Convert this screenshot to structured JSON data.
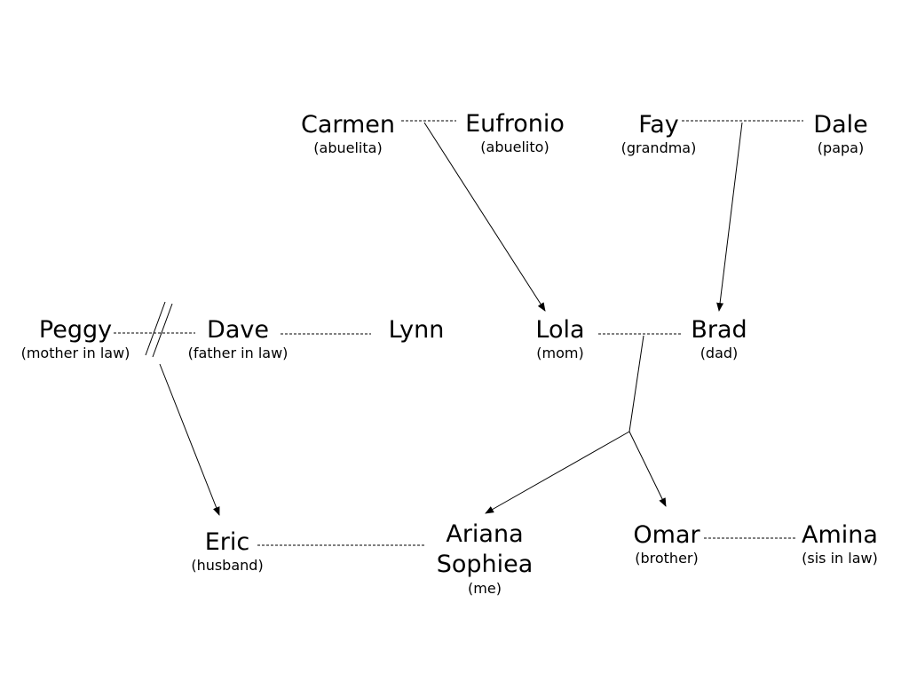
{
  "people": {
    "carmen": {
      "name": "Carmen",
      "role": "(abuelita)"
    },
    "eufronio": {
      "name": "Eufronio",
      "role": "(abuelito)"
    },
    "fay": {
      "name": "Fay",
      "role": "(grandma)"
    },
    "dale": {
      "name": "Dale",
      "role": "(papa)"
    },
    "peggy": {
      "name": "Peggy",
      "role": "(mother in law)"
    },
    "dave": {
      "name": "Dave",
      "role": "(father in law)"
    },
    "lynn": {
      "name": "Lynn"
    },
    "lola": {
      "name": "Lola",
      "role": "(mom)"
    },
    "brad": {
      "name": "Brad",
      "role": "(dad)"
    },
    "eric": {
      "name": "Eric",
      "role": "(husband)"
    },
    "ariana": {
      "name_line1": "Ariana",
      "name_line2": "Sophiea",
      "role": "(me)"
    },
    "omar": {
      "name": "Omar",
      "role": "(brother)"
    },
    "amina": {
      "name": "Amina",
      "role": "(sis in law)"
    }
  },
  "colors": {
    "ink": "#000000",
    "background": "#ffffff"
  }
}
